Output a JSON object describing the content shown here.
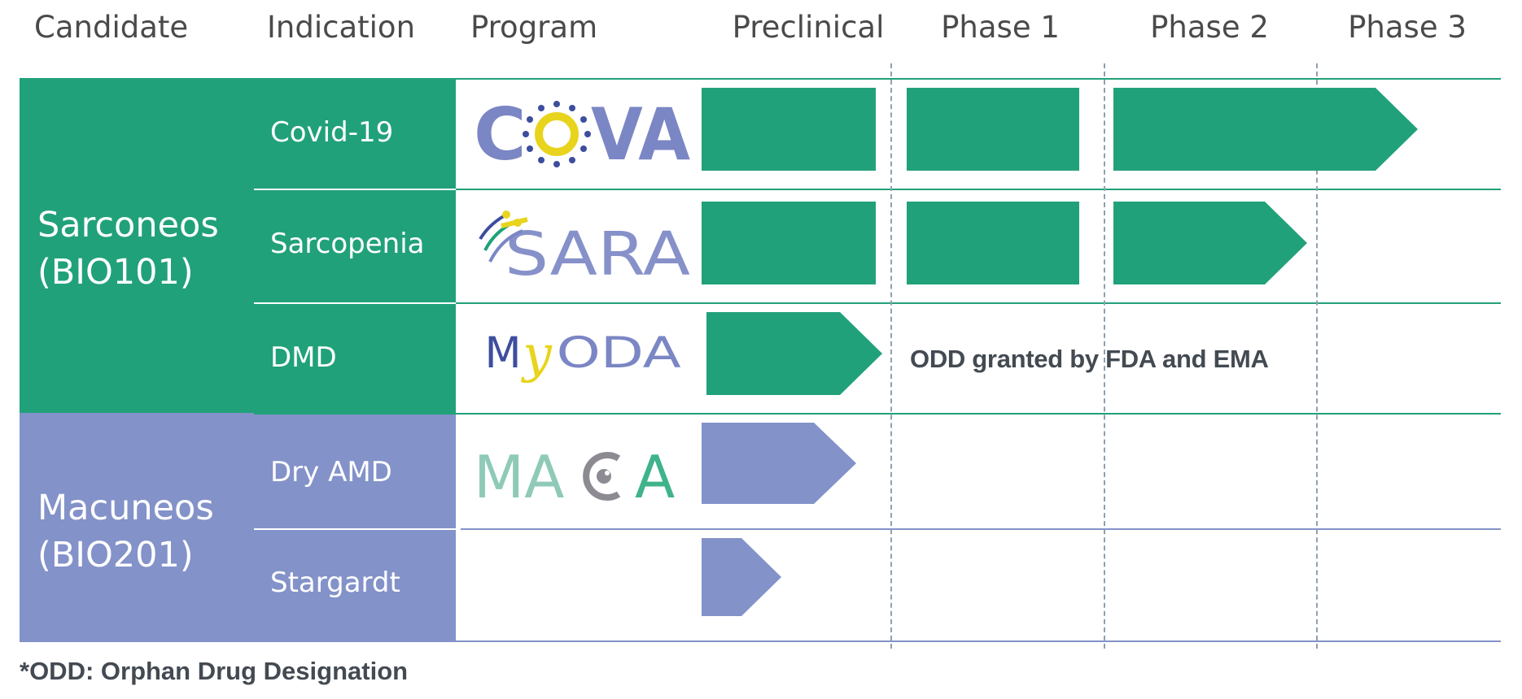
{
  "chart_data": {
    "type": "table",
    "columns": [
      "Candidate",
      "Indication",
      "Program",
      "Preclinical",
      "Phase 1",
      "Phase 2",
      "Phase 3"
    ],
    "candidates": [
      {
        "name_line1": "Sarconeos",
        "name_line2": "(BIO101)",
        "color": "#21a17a"
      },
      {
        "name_line1": "Macuneos",
        "name_line2": "(BIO201)",
        "color": "#8392c9"
      }
    ],
    "rows": [
      {
        "candidate": 0,
        "indication": "Covid-19",
        "program": "COVA",
        "stage_reached": "Phase 3",
        "completed_phases": [
          "Preclinical",
          "Phase 1"
        ]
      },
      {
        "candidate": 0,
        "indication": "Sarcopenia",
        "program": "SARA",
        "stage_reached": "Phase 2",
        "completed_phases": [
          "Preclinical",
          "Phase 1"
        ]
      },
      {
        "candidate": 0,
        "indication": "DMD",
        "program": "MYODA",
        "stage_reached": "Preclinical",
        "completed_phases": [],
        "annotation": "ODD granted by FDA and EMA"
      },
      {
        "candidate": 1,
        "indication": "Dry AMD",
        "program": "MACA",
        "stage_reached": "Preclinical",
        "completed_phases": []
      },
      {
        "candidate": 1,
        "indication": "Stargardt",
        "program": "",
        "stage_reached": "Preclinical",
        "completed_phases": []
      }
    ],
    "footnote": "*ODD: Orphan Drug Designation"
  },
  "colors": {
    "sarconeos": "#21a17a",
    "macuneos": "#8392c9",
    "header_text": "#4a4a4a",
    "divider": "#8fa0b0",
    "logo_blue": "#7b86c4",
    "logo_yellow": "#e8d41c",
    "logo_navy": "#3d4e9e",
    "logo_teal": "#8fcab8",
    "logo_green": "#3fb38a",
    "logo_grey": "#8e8a92"
  }
}
